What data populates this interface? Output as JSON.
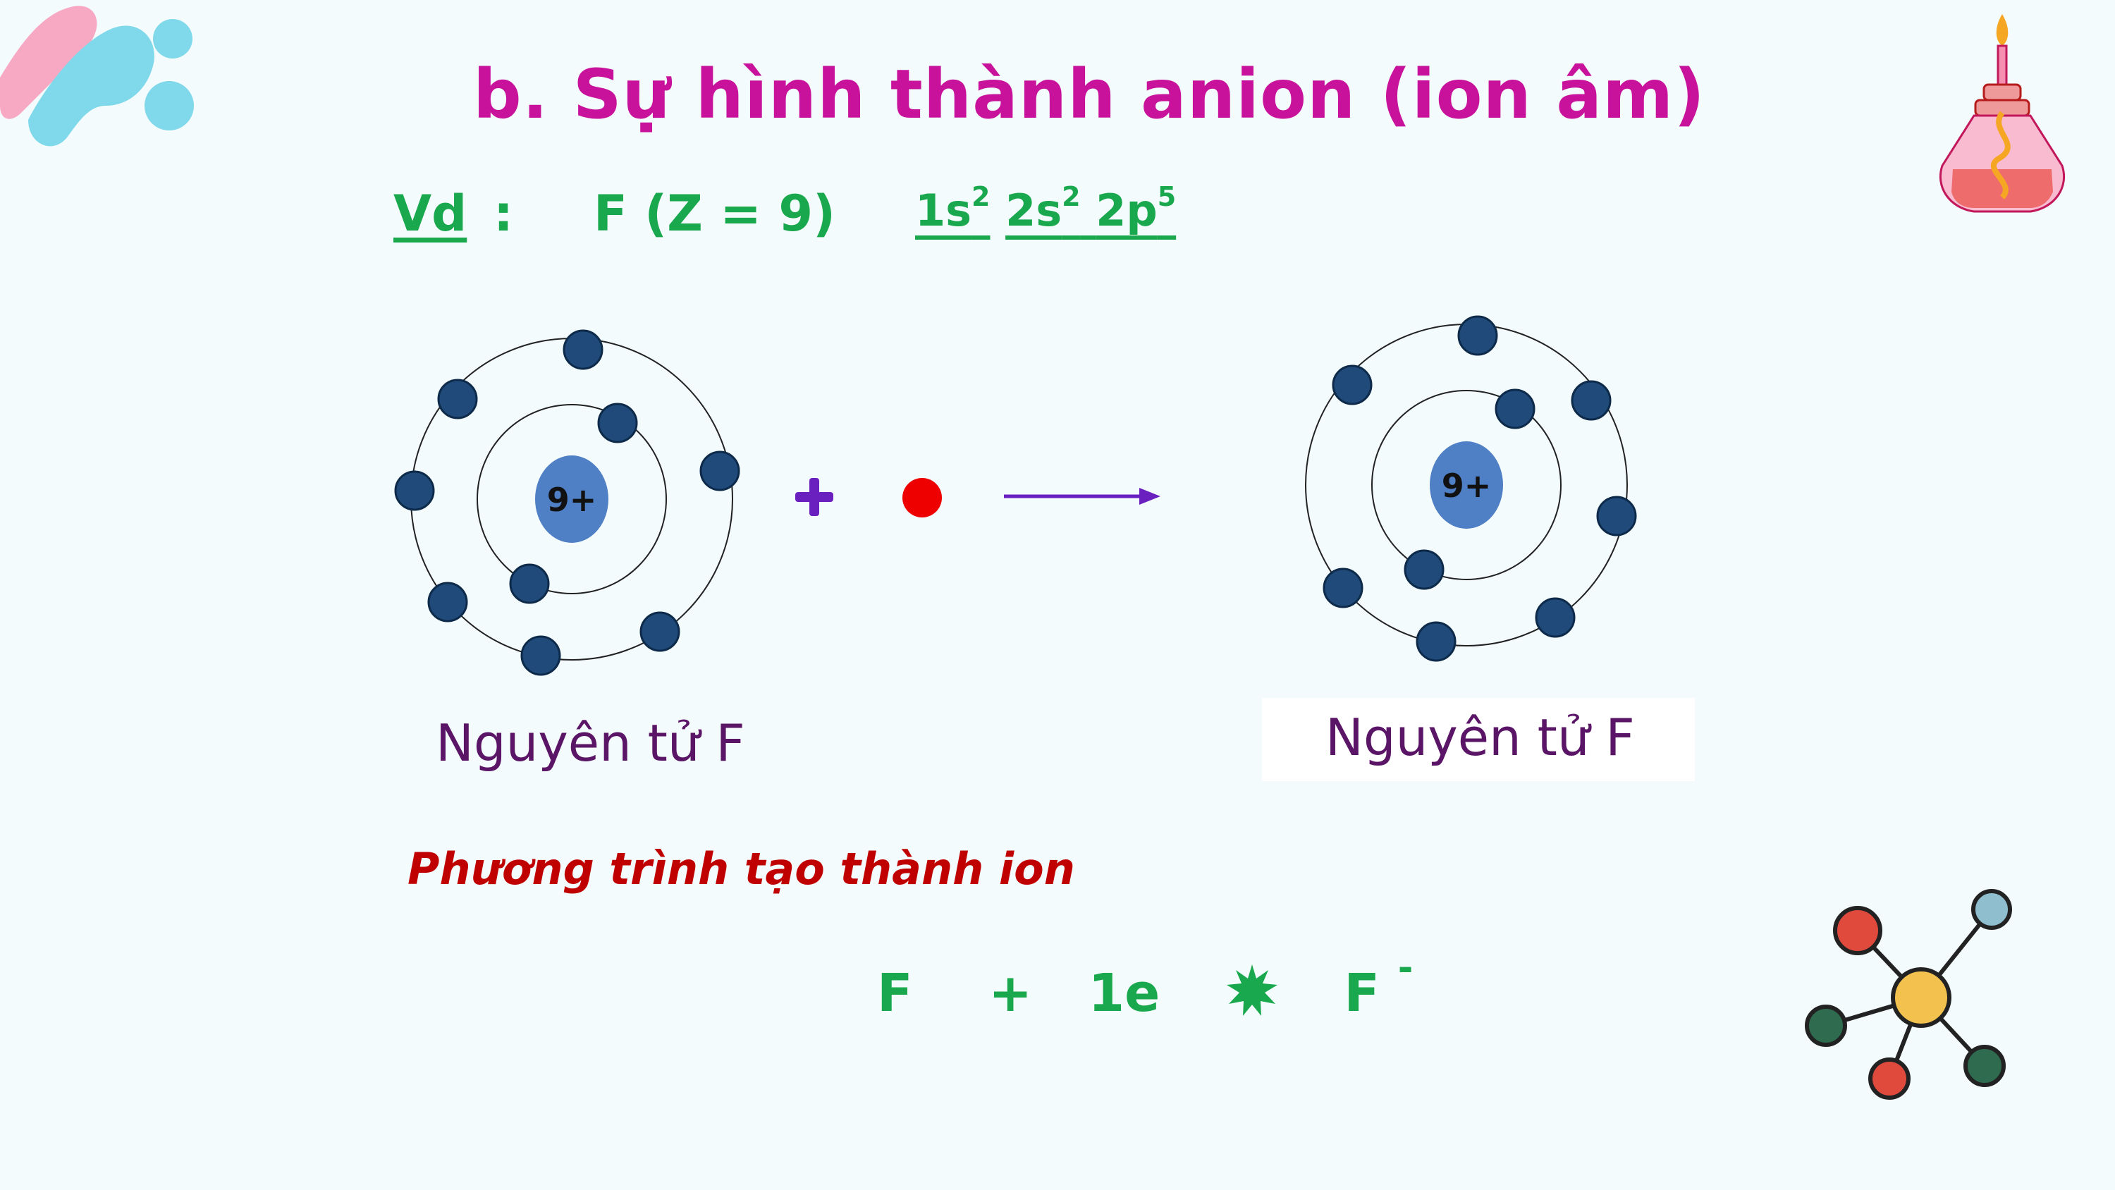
{
  "slide": {
    "title": "b. Sự hình thành anion (ion âm)",
    "example": {
      "label": "Vd",
      "colon": ":",
      "element": "F (Z = 9)",
      "config": [
        {
          "orbital": "1s",
          "electrons": "2"
        },
        {
          "orbital": "2s",
          "electrons": "2"
        },
        {
          "orbital": "2p",
          "electrons": "5"
        }
      ]
    },
    "atom_left": {
      "nucleus_label": "9+",
      "caption": "Nguyên tử F"
    },
    "plus_sign": "+",
    "atom_right": {
      "nucleus_label": "9+",
      "caption": "Nguyên tử F"
    },
    "equation_heading": "Phương trình tạo thành ion",
    "equation": {
      "reactant": "F",
      "plus": "+",
      "electron": "1e",
      "product": "F",
      "product_charge": "-"
    }
  },
  "colors": {
    "title": "#c8129b",
    "green": "#19a84d",
    "electron": "#1f4a7a",
    "nucleus": "#4f7fc4",
    "added_electron": "#ee0000",
    "arrow": "#6a1fbf",
    "caption": "#5a1566",
    "heading": "#c00000"
  },
  "icons": [
    "logo-blob-icon",
    "lamp-flask-icon",
    "molecule-icon",
    "star-arrow-icon"
  ]
}
